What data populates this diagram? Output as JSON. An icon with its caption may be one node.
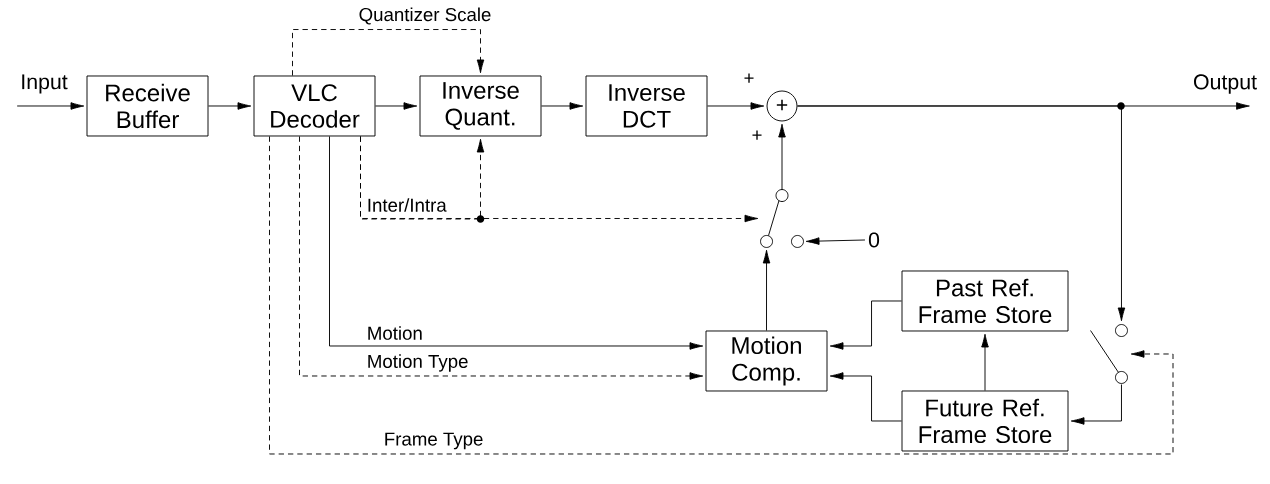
{
  "diagram": {
    "nodes": [
      {
        "text": [
          "Input"
        ]
      },
      {
        "text": [
          "Receive Buffer"
        ]
      },
      {
        "text": [
          "VLC Decoder"
        ]
      },
      {
        "text": [
          "Inverse Quant."
        ]
      },
      {
        "text": [
          "Inverse DCT"
        ]
      },
      {
        "text": [
          "+"
        ]
      },
      {
        "text": [
          "Output"
        ]
      },
      {
        "text": [],
        "shape": "switch"
      },
      {
        "text": [
          "0"
        ]
      },
      {
        "text": [
          "Past Ref. Frame Store"
        ]
      },
      {
        "text": [
          "Motion Comp."
        ]
      },
      {
        "text": [],
        "shape": "switch"
      },
      {
        "text": [
          "Future Ref. Frame Store"
        ]
      }
    ],
    "edges": [
      {
        "from": 0,
        "to": 1,
        "arrow": "to"
      },
      {
        "from": 1,
        "to": 2,
        "arrow": "to"
      },
      {
        "from": 2,
        "to": 3,
        "arrow": "to"
      },
      {
        "from": 2,
        "to": 3,
        "arrow": "to",
        "style": "dashed",
        "label": "Quantizer Scale"
      },
      {
        "from": 3,
        "to": 4,
        "arrow": "to"
      },
      {
        "from": 4,
        "to": 5,
        "arrow": "to"
      },
      {
        "from": 5,
        "to": 6,
        "arrow": "to"
      },
      {
        "from": 2,
        "to": 3,
        "arrow": "to",
        "style": "dashed",
        "label": "Inter/Intra"
      },
      {
        "from": 2,
        "to": 7,
        "arrow": "to",
        "style": "dashed"
      },
      {
        "from": 7,
        "to": 5,
        "arrow": "to"
      },
      {
        "from": 8,
        "to": 7,
        "arrow": "to"
      },
      {
        "from": 10,
        "to": 7,
        "arrow": "to"
      },
      {
        "from": 2,
        "to": 10,
        "arrow": "to",
        "label": "Motion"
      },
      {
        "from": 2,
        "to": 10,
        "arrow": "to",
        "style": "dashed",
        "label": "Motion Type"
      },
      {
        "from": 9,
        "to": 10,
        "arrow": "to"
      },
      {
        "from": 12,
        "to": 10,
        "arrow": "to"
      },
      {
        "from": 12,
        "to": 9,
        "arrow": "to"
      },
      {
        "from": 5,
        "to": 11,
        "arrow": "to"
      },
      {
        "from": 11,
        "to": 12,
        "arrow": "to"
      },
      {
        "from": 2,
        "to": 11,
        "arrow": "to",
        "style": "dashed",
        "label": "Frame Type"
      }
    ],
    "labels": [
      "+",
      "+"
    ]
  }
}
